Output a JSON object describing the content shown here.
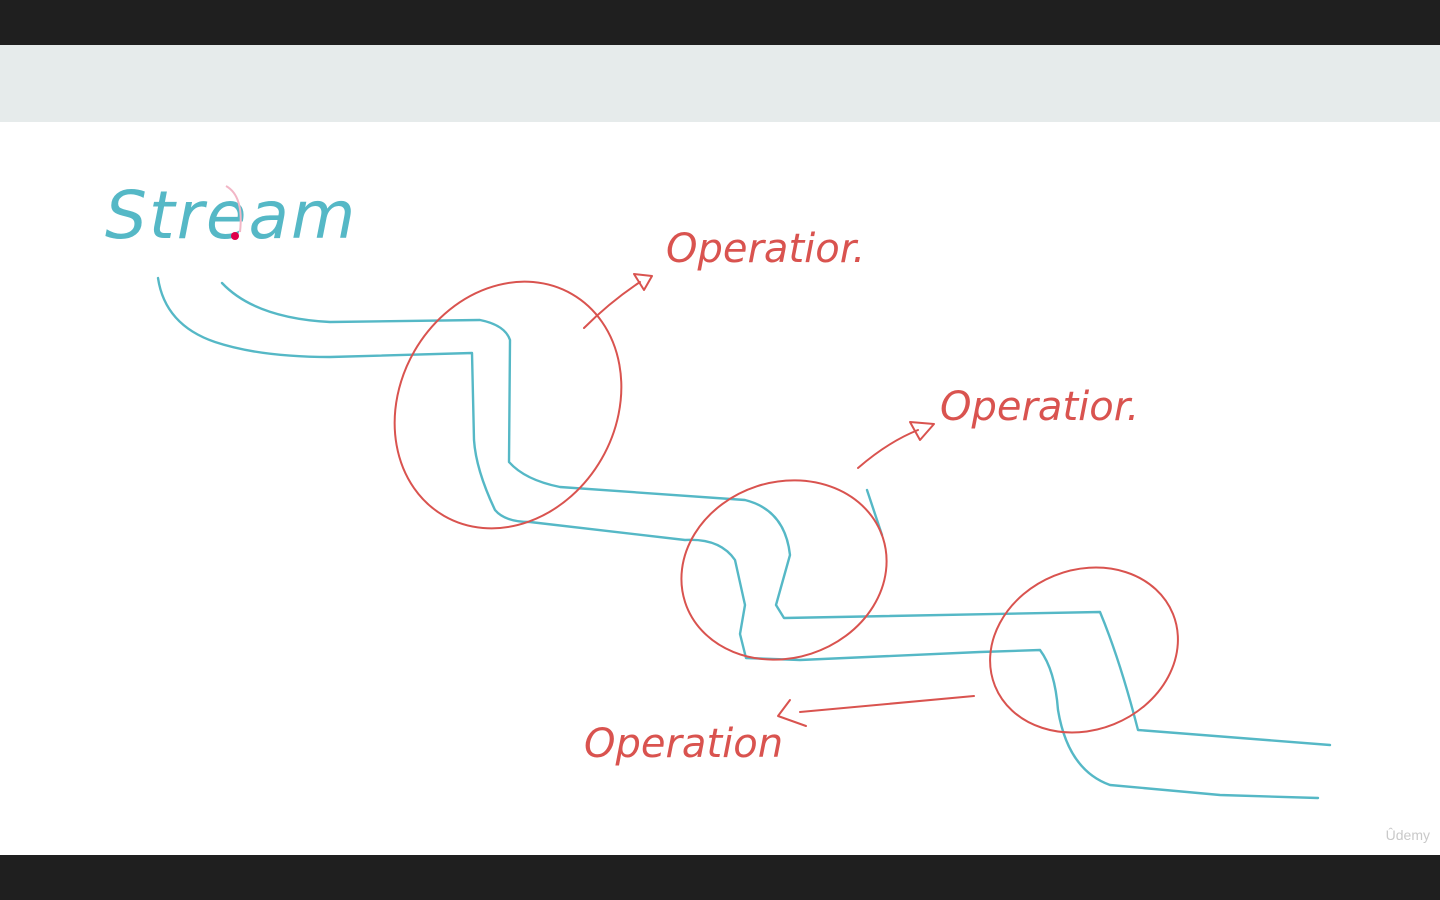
{
  "diagram": {
    "stream_label": "Stream",
    "operation_labels": [
      "Operatior.",
      "Operatior.",
      "Operation"
    ],
    "colors": {
      "stream": "#55b8c6",
      "operation": "#d9534f",
      "marker": "#e0004a"
    }
  },
  "watermark": "Ûdemy"
}
